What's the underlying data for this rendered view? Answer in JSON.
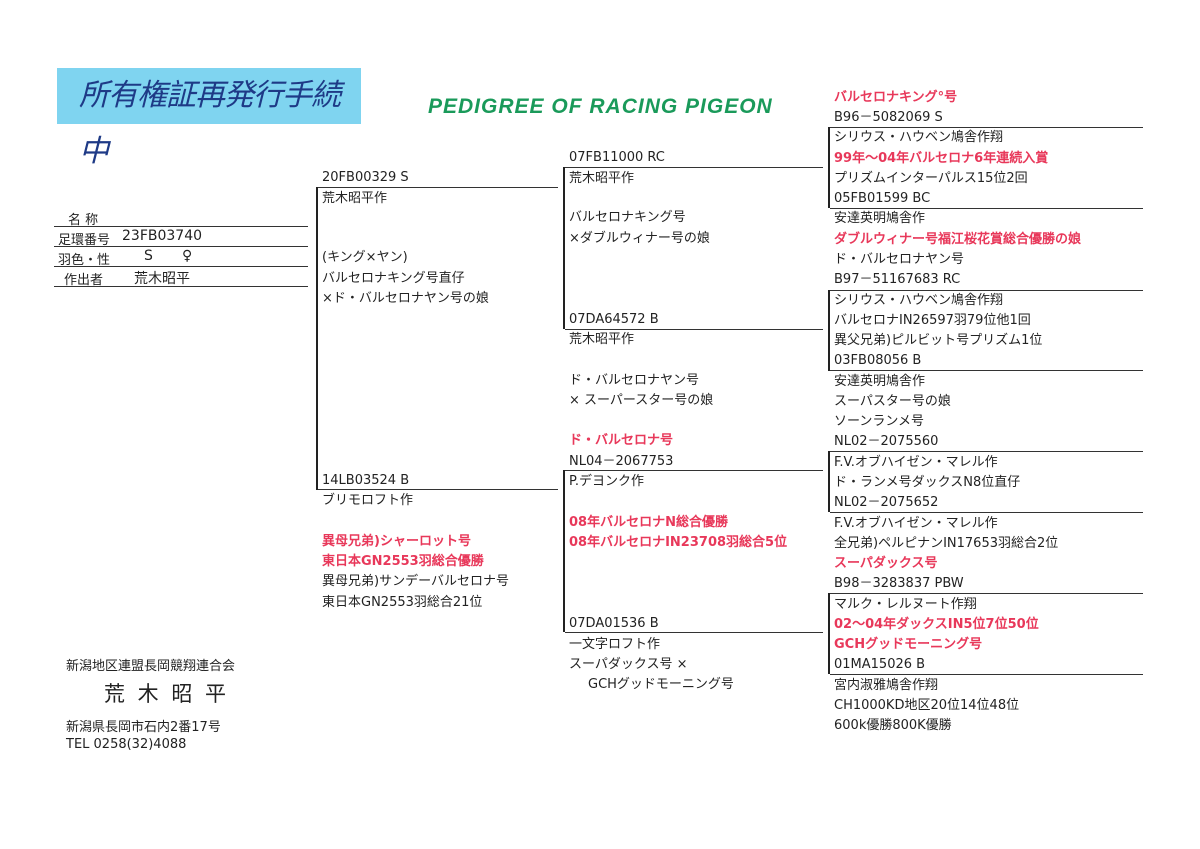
{
  "header": {
    "stamp_note": "所有権証再発行手続中",
    "title": "PEDIGREE  OF  RACING  PIGEON"
  },
  "info": {
    "name_label": "名 称",
    "ring_label": "足環番号",
    "ring_value": "23FB03740",
    "color_sex_label": "羽色・性",
    "color_value": "S",
    "sex_value": "♀",
    "breeder_label": "作出者",
    "breeder_value": "荒木昭平"
  },
  "footer": {
    "association": "新潟地区連盟長岡競翔連合会",
    "owner": "荒 木 昭 平",
    "address": "新潟県長岡市石内2番17号",
    "tel": "TEL  0258(32)4088"
  },
  "sire": {
    "ring": "20FB00329    S",
    "breeder": "荒木昭平作",
    "desc1": "(キング×ヤン)",
    "desc2": "バルセロナキング号直仔",
    "desc3": "×ド・バルセロナヤン号の娘"
  },
  "dam": {
    "ring": "14LB03524  B",
    "breeder": "ブリモロフト作",
    "red1": "異母兄弟)シャーロット号",
    "red2": "東日本GN2553羽総合優勝",
    "desc1": "異母兄弟)サンデーバルセロナ号",
    "desc2": "東日本GN2553羽総合21位"
  },
  "ss": {
    "ring": "07FB11000  RC",
    "breeder": "荒木昭平作",
    "desc1": "バルセロナキング号",
    "desc2": "×ダブルウィナー号の娘"
  },
  "sd": {
    "ring": "07DA64572  B",
    "breeder": "荒木昭平作",
    "desc1": "ド・バルセロナヤン号",
    "desc2": "×  スーパースター号の娘"
  },
  "ds": {
    "name": "ド・バルセロナ号",
    "ring": "NL04－2067753",
    "breeder": "P.デヨンク作",
    "red1": "08年バルセロナN総合優勝",
    "red2": "08年バルセロナIN23708羽総合5位"
  },
  "dd": {
    "ring": "07DA01536  B",
    "breeder": "一文字ロフト作",
    "desc1": "スーパダックス号      ×",
    "desc2": "GCHグッドモーニング号"
  },
  "g1": {
    "name": "バルセロナキング°号",
    "ring": "B96－5082069    S",
    "breeder": "シリウス・ハウベン鳩舎作翔",
    "red1": "99年～04年バルセロナ6年連続入賞",
    "desc1": "プリズムインターパルス15位2回"
  },
  "g2": {
    "ring": "05FB01599    BC",
    "breeder": "安達英明鳩舎作",
    "red1": "ダブルウィナー号福江桜花賞総合優勝の娘",
    "desc1": "ド・バルセロナヤン号"
  },
  "g3": {
    "ring": "B97－51167683    RC",
    "breeder": "シリウス・ハウベン鳩舎作翔",
    "desc1": "バルセロナIN26597羽79位他1回",
    "desc2": "異父兄弟)ピルビット号プリズム1位"
  },
  "g4": {
    "ring": "03FB08056  B",
    "breeder": "安達英明鳩舎作",
    "desc1": "スーパスター号の娘",
    "desc2": "ソーンランメ号"
  },
  "g5": {
    "ring": "NL02－2075560",
    "breeder": "F.V.オブハイゼン・マレル作",
    "desc1": "ド・ランメ号ダックスN8位直仔"
  },
  "g6": {
    "ring": "NL02－2075652",
    "breeder": "F.V.オブハイゼン・マレル作",
    "desc1": "全兄弟)ペルピナンIN17653羽総合2位",
    "red1": "スーパダックス号"
  },
  "g7": {
    "ring": "B98－3283837  PBW",
    "breeder": "マルク・レルヌート作翔",
    "red1": "02～04年ダックスIN5位7位50位",
    "red2": "GCHグッドモーニング号"
  },
  "g8": {
    "ring": "01MA15026    B",
    "breeder": "宮内淑雅鳩舎作翔",
    "desc1": "CH1000KD地区20位14位48位",
    "desc2": "600k優勝800K優勝"
  }
}
